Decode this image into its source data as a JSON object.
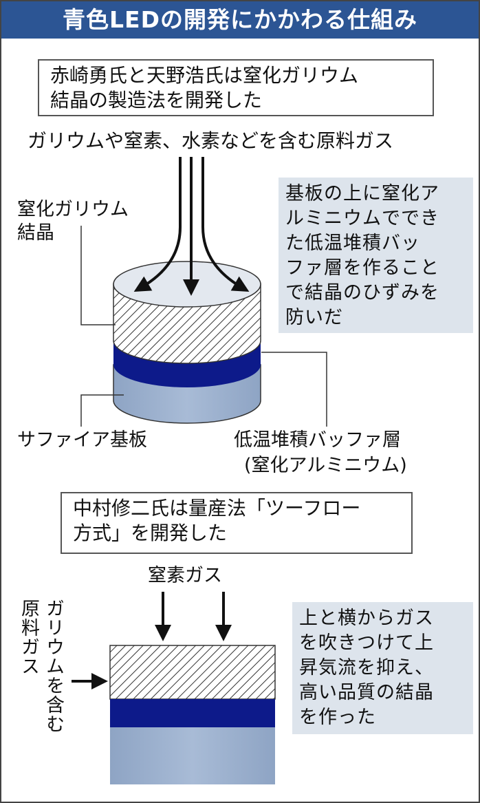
{
  "title": "青色LEDの開発にかかわる仕組み",
  "section1": {
    "heading_line1": "赤崎勇氏と天野浩氏は窒化ガリウム",
    "heading_line2": "結晶の製造法を開発した",
    "gas_label": "ガリウムや窒素、水素などを含む原料ガス",
    "crystal_label_line1": "窒化ガリウム",
    "crystal_label_line2": "結晶",
    "callout_lines": [
      "基板の上に窒化ア",
      "ルミニウムででき",
      "た低温堆積バッ",
      "ファ層を作ること",
      "で結晶のひずみを",
      "防いだ"
    ],
    "substrate_label": "サファイア基板",
    "buffer_label_line1": "低温堆積バッファ層",
    "buffer_label_line2": "(窒化アルミニウム)"
  },
  "section2": {
    "heading_line1": "中村修二氏は量産法「ツーフロー",
    "heading_line2": "方式」を開発した",
    "nitrogen_label": "窒素ガス",
    "raw_gas_label": "原料ガス",
    "raw_gas_sub_label": "ガリウムを含む",
    "callout_lines": [
      "上と横からガス",
      "を吹きつけて上",
      "昇気流を抑え、",
      "高い品質の結晶",
      "を作った"
    ]
  },
  "colors": {
    "header": "#2c5594",
    "dark_layer": "#0d1a8a",
    "substrate": "#9fb3cf",
    "callout": "#dde4ec"
  }
}
